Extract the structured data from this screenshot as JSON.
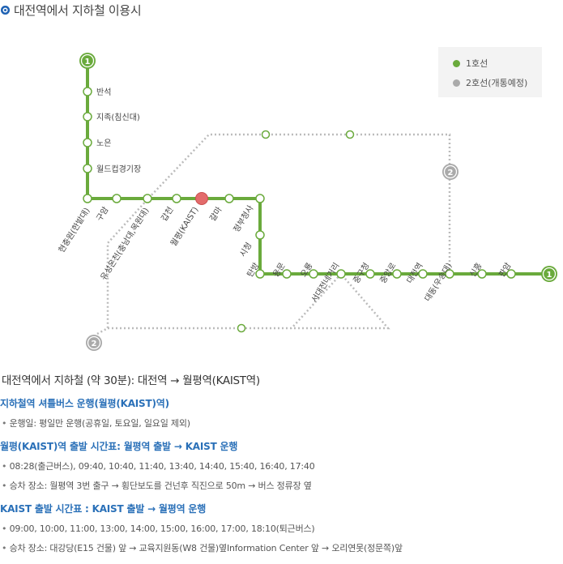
{
  "page": {
    "title": "대전역에서 지하철 이용시"
  },
  "legend": {
    "line1": {
      "label": "1호선",
      "color": "#6aaa3c"
    },
    "line2": {
      "label": "2호선(개통예정)",
      "color": "#aaaaaa"
    }
  },
  "line_badges": {
    "line1": "1",
    "line2": "2"
  },
  "stations": {
    "banseok": "반석",
    "jijok": "지족(침신대)",
    "noeun": "노은",
    "worldcup": "월드컵경기장",
    "hyeonchungwon": "현충원(한밭대)",
    "guam": "구암",
    "yuseongoncheon": "유성온천(충남대,목원대)",
    "gapcheon": "갑천",
    "wolpyeong": "월평(KAIST)",
    "galma": "갈마",
    "jeongbucheongsa": "정부청사",
    "sicheong": "시청",
    "tanbang": "탄방",
    "yongmun": "용문",
    "oryong": "오룡",
    "seodaejeon": "서대전네거리",
    "junggucheong": "중구청",
    "jungangno": "중앙로",
    "daejeon": "대전역",
    "daedong": "대동(우송대)",
    "sinheung": "신흥",
    "panam": "판암"
  },
  "info": {
    "heading": "대전역에서 지하철 (약 30분): 대전역 → 월평역(KAIST역)",
    "shuttle": {
      "title": "지하철역 셔틀버스 운행(월평(KAIST)역)",
      "bullets": [
        "운행일: 평일만 운행(공휴일, 토요일, 일요일 제외)"
      ]
    },
    "from_wolpyeong": {
      "title": "월평(KAIST)역 출발 시간표: 월평역 출발 → KAIST 운행",
      "bullets": [
        "08:28(출근버스), 09:40, 10:40, 11:40, 13:40, 14:40, 15:40, 16:40, 17:40",
        "승차 장소: 월평역 3번 출구 → 횡단보도를 건넌후 직진으로 50m → 버스 정류장 옆"
      ]
    },
    "from_kaist": {
      "title": "KAIST 출발 시간표 : KAIST 출발 → 월평역 운행",
      "bullets": [
        "09:00, 10:00, 11:00, 13:00, 14:00, 15:00, 16:00, 17:00, 18:10(퇴근버스)",
        "승차 장소: 대강당(E15 건물) 앞 → 교육지원동(W8 건물)옆Information Center 앞 → 오리연못(정문쪽)앞"
      ]
    }
  }
}
